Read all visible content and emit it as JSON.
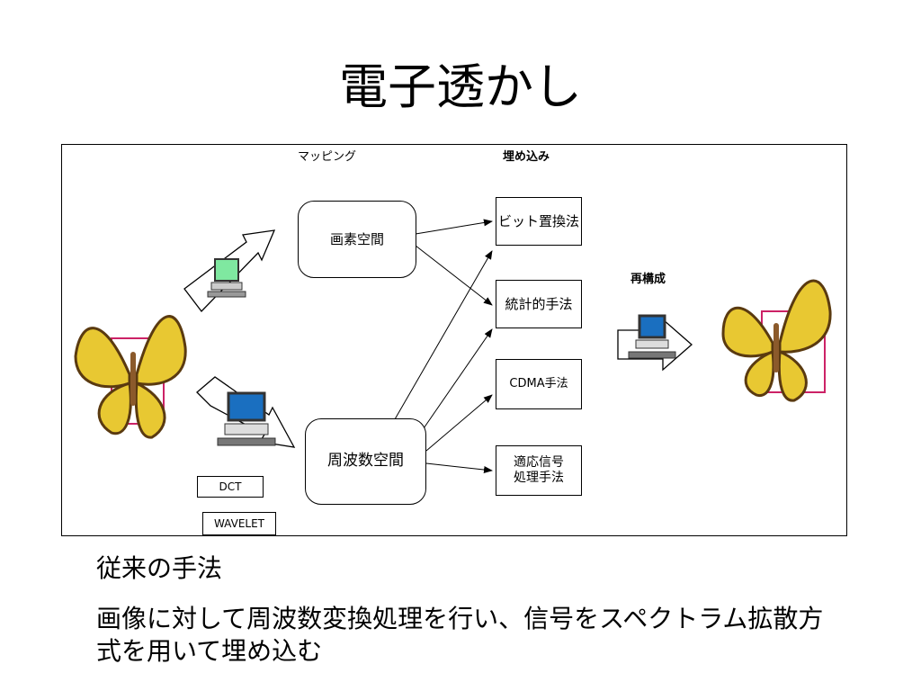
{
  "title": "電子透かし",
  "diagram": {
    "label_mapping": "マッピング",
    "label_embed": "埋め込み",
    "label_reconstruct": "再構成",
    "pixel_space": "画素空間",
    "freq_space": "周波数空間",
    "methods": [
      "ビット置換法",
      "統計的手法",
      "CDMA手法",
      "適応信号\n処理手法"
    ],
    "dct": "DCT",
    "wavelet": "WAVELET"
  },
  "caption": "従来の手法",
  "body": "画像に対して周波数変換処理を行い、信号をスペクトラム拡散方式を用いて埋め込む",
  "colors": {
    "accent": "#cc2266",
    "wing": "#e8c832",
    "wing_dark": "#5a3a10",
    "screen": "#7fe8a0"
  }
}
